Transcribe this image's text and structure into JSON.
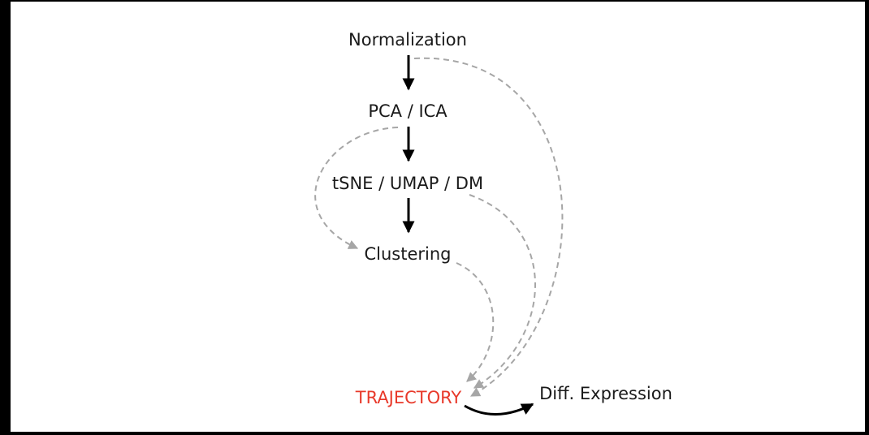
{
  "diagram": {
    "nodes": {
      "normalization": "Normalization",
      "pca": "PCA / ICA",
      "tsne": "tSNE / UMAP / DM",
      "clustering": "Clustering",
      "trajectory": "TRAJECTORY",
      "diff_expression": "Diff. Expression"
    },
    "colors": {
      "background": "#ffffff",
      "frame": "#000000",
      "text": "#1a1a1a",
      "highlight": "#e8392a",
      "solid_arrow": "#000000",
      "dashed_arrow": "#a6a6a6"
    }
  }
}
